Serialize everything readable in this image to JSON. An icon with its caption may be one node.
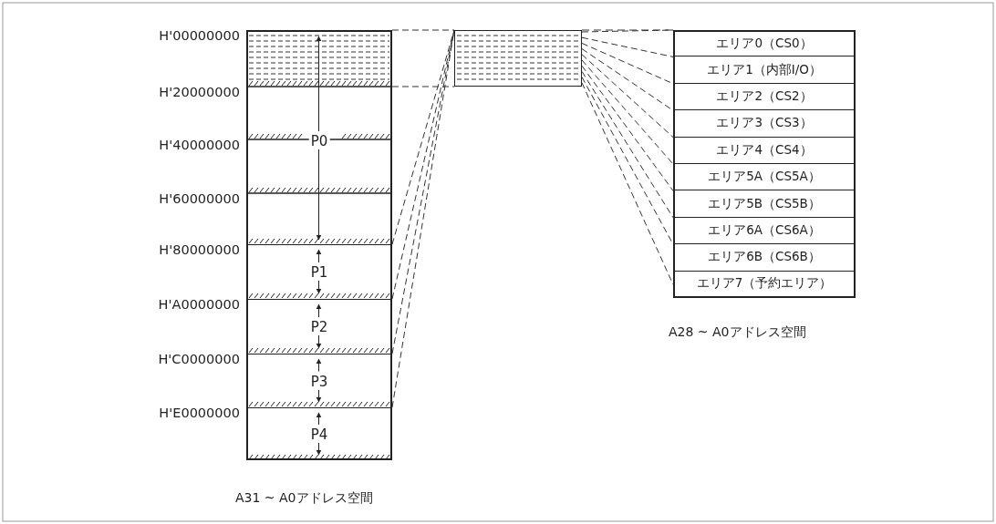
{
  "diagram": {
    "nodes": [
      {
        "text": [
          "P0"
        ]
      },
      {
        "text": [
          "P1"
        ]
      },
      {
        "text": [
          "P2"
        ]
      },
      {
        "text": [
          "P3"
        ]
      },
      {
        "text": [
          "P4"
        ]
      },
      {
        "text": [],
        "shape": "box"
      },
      {
        "text": [
          "エリア0（CS0）"
        ]
      },
      {
        "text": [
          "エリア1（内部I/O）"
        ]
      },
      {
        "text": [
          "エリア2（CS2）"
        ]
      },
      {
        "text": [
          "エリア3（CS3）"
        ]
      },
      {
        "text": [
          "エリア4（CS4）"
        ]
      },
      {
        "text": [
          "エリア5A（CS5A）"
        ]
      },
      {
        "text": [
          "エリア5B（CS5B）"
        ]
      },
      {
        "text": [
          "エリア6A（CS6A）"
        ]
      },
      {
        "text": [
          "エリア6B（CS6B）"
        ]
      },
      {
        "text": [
          "エリア7（予約エリア）"
        ]
      }
    ],
    "edges": [
      {
        "from": 0,
        "to": 5,
        "arrow": "none",
        "style": "dashed"
      },
      {
        "from": 1,
        "to": 5,
        "arrow": "none",
        "style": "dashed"
      },
      {
        "from": 2,
        "to": 5,
        "arrow": "none",
        "style": "dashed"
      },
      {
        "from": 3,
        "to": 5,
        "arrow": "none",
        "style": "dashed"
      },
      {
        "from": 4,
        "to": 5,
        "arrow": "none",
        "style": "dashed"
      },
      {
        "from": 5,
        "to": 6,
        "arrow": "none",
        "style": "dashed"
      },
      {
        "from": 5,
        "to": 7,
        "arrow": "none",
        "style": "dashed"
      },
      {
        "from": 5,
        "to": 8,
        "arrow": "none",
        "style": "dashed"
      },
      {
        "from": 5,
        "to": 9,
        "arrow": "none",
        "style": "dashed"
      },
      {
        "from": 5,
        "to": 10,
        "arrow": "none",
        "style": "dashed"
      },
      {
        "from": 5,
        "to": 11,
        "arrow": "none",
        "style": "dashed"
      },
      {
        "from": 5,
        "to": 12,
        "arrow": "none",
        "style": "dashed"
      },
      {
        "from": 5,
        "to": 13,
        "arrow": "none",
        "style": "dashed"
      },
      {
        "from": 5,
        "to": 14,
        "arrow": "none",
        "style": "dashed"
      },
      {
        "from": 5,
        "to": 15,
        "arrow": "none",
        "style": "dashed"
      },
      {
        "from": 0,
        "to": 5,
        "arrow": "none",
        "style": "dashed"
      }
    ],
    "labels": [
      "H'00000000",
      "H'20000000",
      "H'40000000",
      "H'60000000",
      "H'80000000",
      "H'A0000000",
      "H'C0000000",
      "H'E0000000",
      "A31 ~ A0アドレス空間",
      "A28 ~ A0アドレス空間"
    ]
  }
}
